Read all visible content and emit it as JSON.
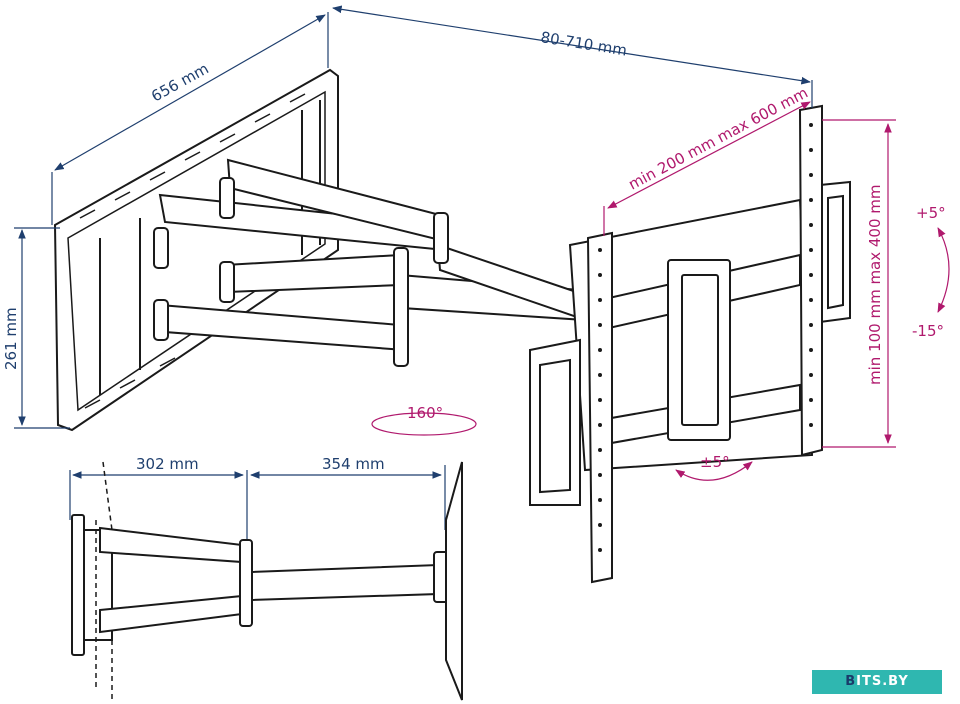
{
  "dimensions": {
    "width_plate": "656 mm",
    "depth_range": "80-710 mm",
    "height_plate": "261 mm",
    "vesa_horizontal": "min 200 mm max 600 mm",
    "vesa_vertical": "min 100 mm max 400 mm",
    "arm_first": "302 mm",
    "arm_second": "354 mm"
  },
  "angles": {
    "swivel": "160°",
    "tilt_up": "+5°",
    "tilt_down": "-15°",
    "rotation": "±5°"
  },
  "watermark": {
    "brand_lead": "B",
    "brand_rest": "ITS.BY"
  },
  "colors": {
    "dimension": "#1f3f6e",
    "vesa": "#b0196d",
    "drawing": "#1a1a1a",
    "watermark_bg": "#2fb7b0"
  }
}
